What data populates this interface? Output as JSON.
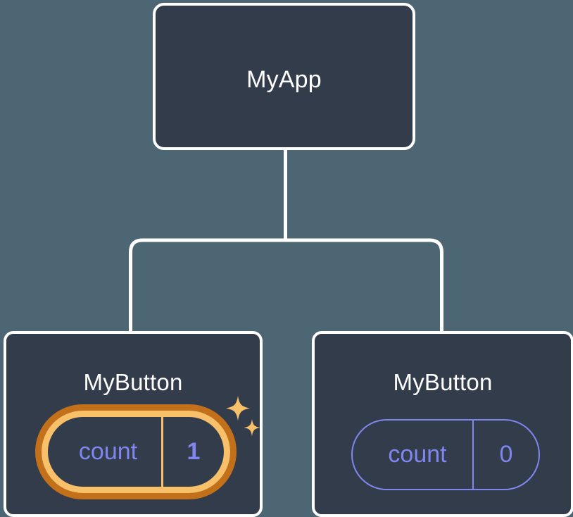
{
  "diagram": {
    "type": "component-tree",
    "title_semantic": "react-component-tree-with-state",
    "background_color": "#4c6673",
    "node_fill_color": "#333c4b",
    "node_border_color": "#ffffff",
    "edge_color": "#ffffff",
    "state_color": "#8186ee",
    "highlight_outer_color": "#c3701a",
    "highlight_inner_color": "#f9c06a",
    "sparkle_color": "#f9c06a"
  },
  "nodes": {
    "root": {
      "label": "MyApp"
    },
    "child_left": {
      "label": "MyButton",
      "state": {
        "key": "count",
        "value": "1",
        "highlighted": true
      }
    },
    "child_right": {
      "label": "MyButton",
      "state": {
        "key": "count",
        "value": "0",
        "highlighted": false
      }
    }
  },
  "icons": {
    "sparkle_large": "sparkle-icon",
    "sparkle_small": "sparkle-icon"
  }
}
